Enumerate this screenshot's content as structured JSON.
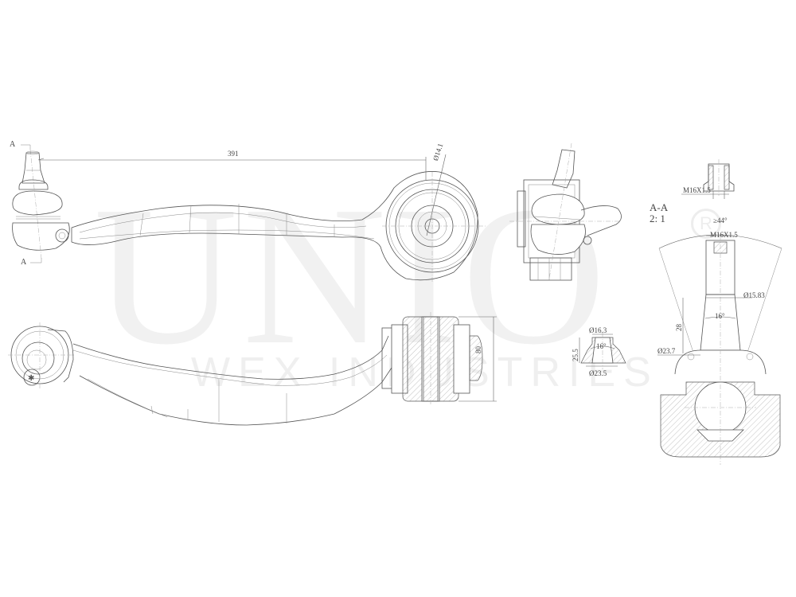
{
  "watermark": {
    "brand": "UNIO",
    "subtitle": "WEX INDUSTRIES",
    "registered_mark": "R"
  },
  "section_markers": {
    "top": "A",
    "bottom": "A"
  },
  "section_view": {
    "title": "A-A",
    "scale": "2: 1"
  },
  "dimensions": {
    "overall_length": "391",
    "bushing_bore": "Ø14.1",
    "bushing_width": "80",
    "nut_thread": "M16X1.5",
    "stud_thread": "M16X1.5",
    "swivel_angle": "≥44°",
    "taper_top_dia": "Ø15.83",
    "taper_angle": "16°",
    "taper_length": "28",
    "taper_bottom_dia": "Ø23.7",
    "gauge_top_dia": "Ø16.3",
    "gauge_angle": "16°",
    "gauge_height": "25.5",
    "gauge_bottom_dia": "Ø23.5"
  },
  "colors": {
    "line": "#555555",
    "watermark": "#f1f1f1",
    "background": "#ffffff"
  }
}
